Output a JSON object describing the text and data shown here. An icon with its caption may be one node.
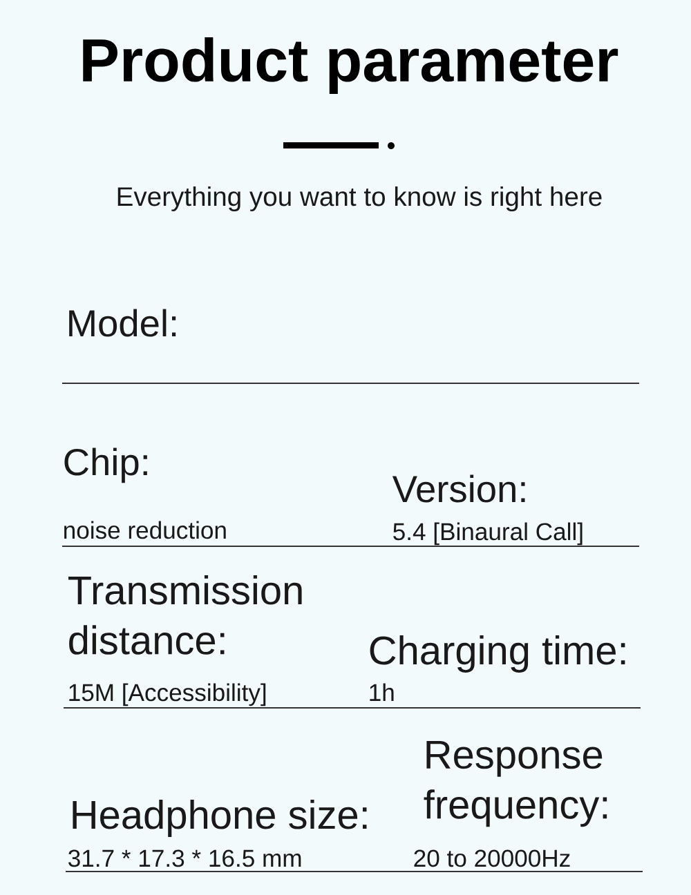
{
  "diagram": {
    "title": "Product parameter",
    "labels": [
      "Everything you want to know is right here",
      "Model:",
      "Chip:",
      "noise reduction",
      "Version:",
      "5.4 [Binaural Call]",
      "Transmission distance:",
      "15M [Accessibility]",
      "Charging time:",
      "1h",
      "Headphone size:",
      "31.7 * 17.3 * 16.5 mm",
      "Response frequency:",
      "20 to 20000Hz"
    ]
  }
}
